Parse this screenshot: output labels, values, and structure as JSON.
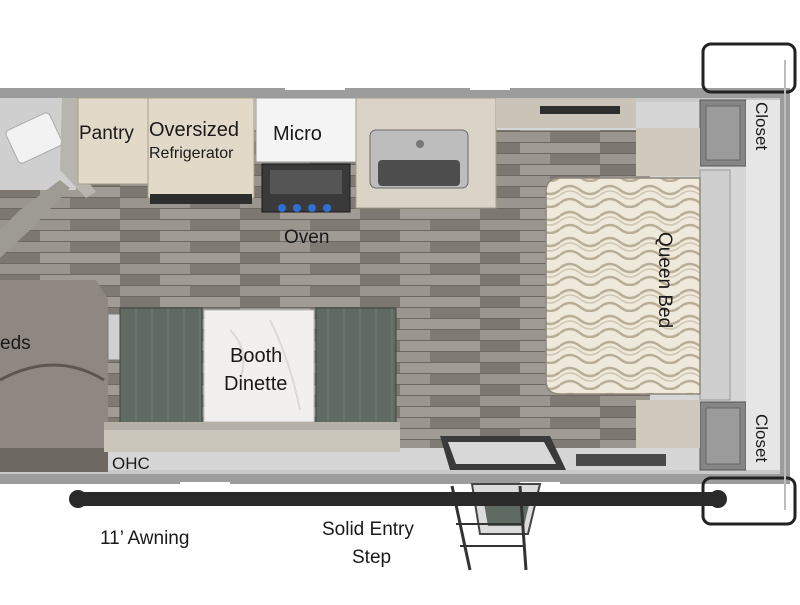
{
  "labels": {
    "pantry": "Pantry",
    "oversized": "Oversized",
    "refrigerator": "Refrigerator",
    "micro": "Micro",
    "oven": "Oven",
    "queen_bed": "Queen Bed",
    "closet_top": "Closet",
    "closet_bottom": "Closet",
    "booth": "Booth",
    "dinette": "Dinette",
    "beds": "eds",
    "ohc": "OHC",
    "awning": "11’ Awning",
    "solid_entry": "Solid Entry",
    "step": "Step"
  },
  "colors": {
    "wall": "#9c9c9c",
    "floor": "#8b8680",
    "cabinet": "#e2d9c8",
    "bed_fabric": "#efe9dc",
    "bed_pattern": "#b9ad97",
    "booth_green": "#5f6b62",
    "awning": "#2a2a2a",
    "oven_flame": "#2f6fd6"
  }
}
